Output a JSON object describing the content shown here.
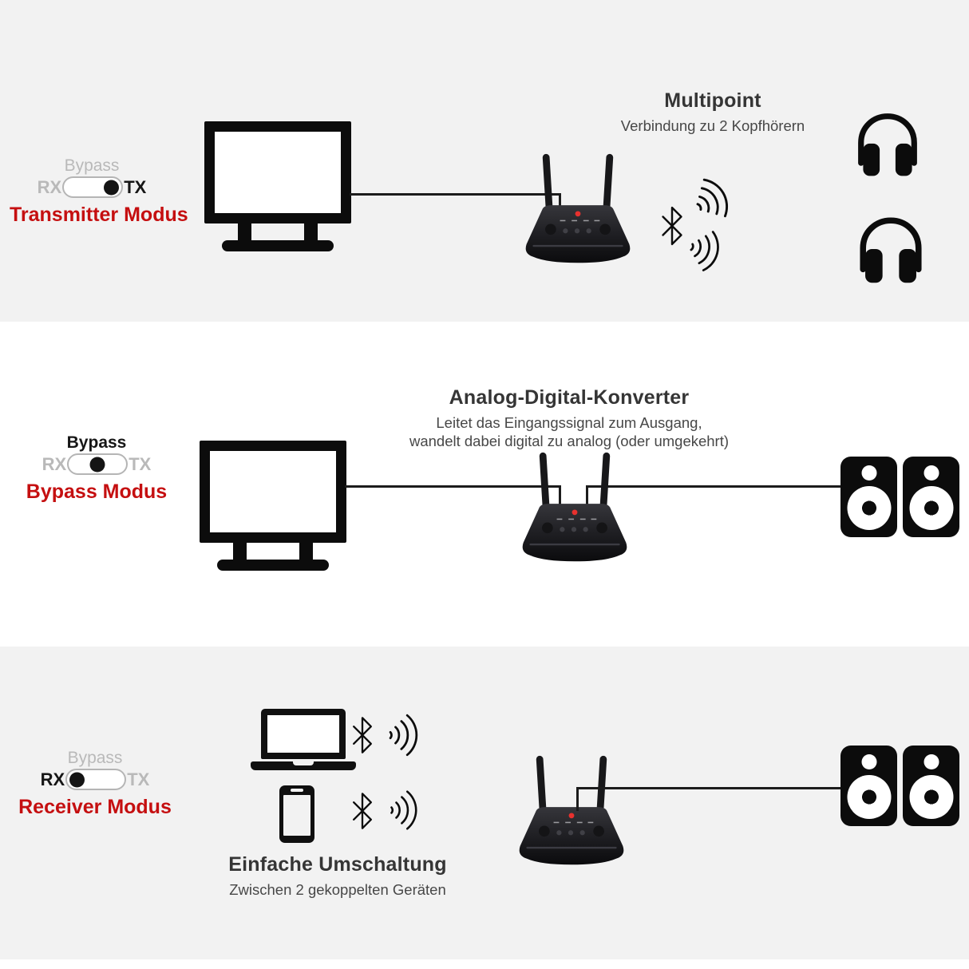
{
  "colors": {
    "section_background": "#f2f2f2",
    "accent_red": "#c50f10",
    "inactive_gray": "#b9b9b9",
    "icon_black": "#0c0c0c"
  },
  "icons": {
    "tv-icon": "flat tv with stand",
    "headphones-icon": "over-ear headphones silhouette",
    "bluetooth-icon": "bluetooth rune outline",
    "wireless-waves-icon": "radiating signal arcs",
    "speaker-icon": "studio monitor with tweeter and woofer",
    "laptop-icon": "open laptop outline",
    "smartphone-icon": "smartphone outline",
    "device-icon": "bluetooth transmitter box with two antennas and red led"
  },
  "sections": {
    "transmitter": {
      "switch": {
        "bypass": "Bypass",
        "rx": "RX",
        "tx": "TX",
        "active": "TX"
      },
      "mode": "Transmitter Modus",
      "title": "Multipoint",
      "subtitle": "Verbindung zu 2 Kopfhörern"
    },
    "bypass": {
      "switch": {
        "bypass": "Bypass",
        "rx": "RX",
        "tx": "TX",
        "active": "Bypass"
      },
      "mode": "Bypass Modus",
      "title": "Analog-Digital-Konverter",
      "subtitle1": "Leitet das Eingangssignal zum Ausgang,",
      "subtitle2": "wandelt dabei digital zu analog (oder umgekehrt)"
    },
    "receiver": {
      "switch": {
        "bypass": "Bypass",
        "rx": "RX",
        "tx": "TX",
        "active": "RX"
      },
      "mode": "Receiver Modus",
      "title": "Einfache Umschaltung",
      "subtitle": "Zwischen 2 gekoppelten Geräten"
    }
  }
}
